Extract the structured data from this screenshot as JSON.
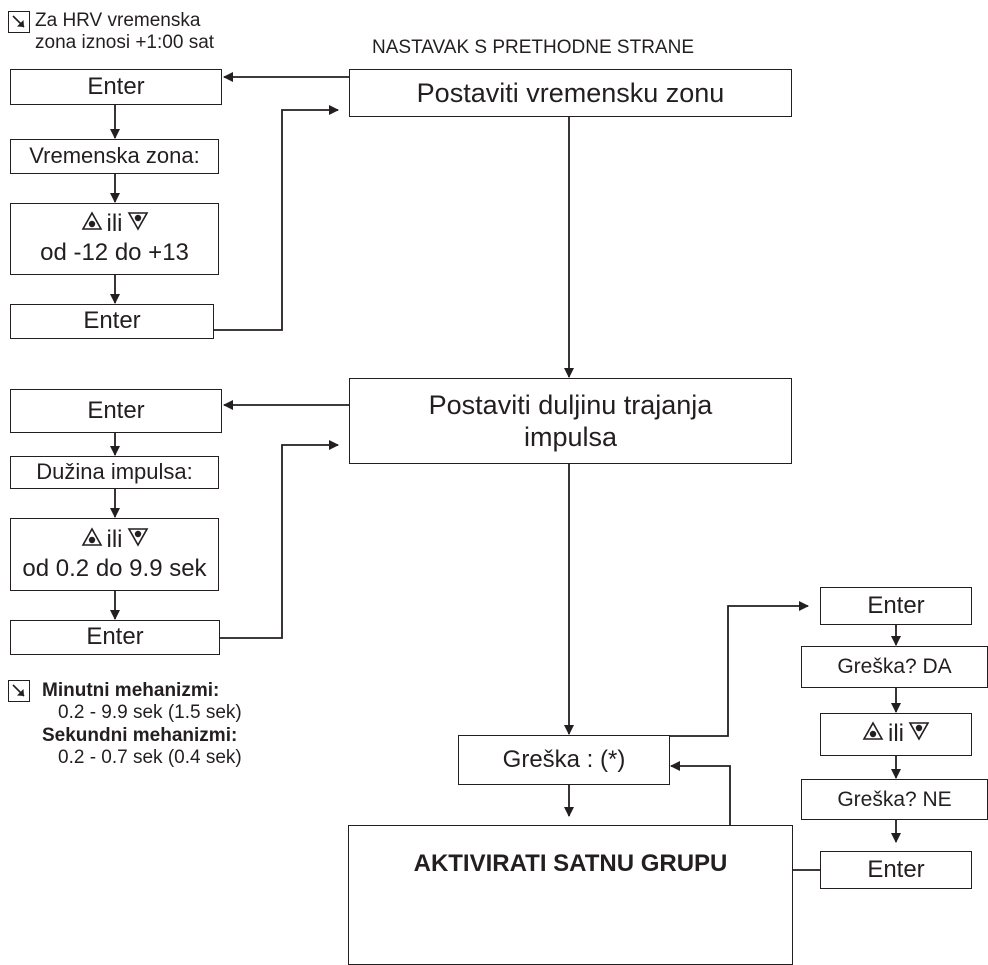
{
  "header_note": "NASTAVAK S PRETHODNE STRANE",
  "timezone_note": [
    "Za HRV vremenska",
    "zona iznosi +1:00 sat"
  ],
  "step_timezone": {
    "main": "Postaviti vremensku zonu",
    "enter1": "Enter",
    "label": "Vremenska zona:",
    "choice_or": "ili",
    "range": "od -12 do +13",
    "enter2": "Enter"
  },
  "step_pulse": {
    "main_line1": "Postaviti duljinu trajanja",
    "main_line2": "impulsa",
    "enter1": "Enter",
    "label": "Dužina impulsa:",
    "choice_or": "ili",
    "range": "od 0.2 do 9.9 sek",
    "enter2": "Enter"
  },
  "pulse_note": {
    "title1": "Minutni mehanizmi:",
    "value1": "0.2 - 9.9 sek (1.5 sek)",
    "title2": "Sekundni mehanizmi:",
    "value2": "0.2 - 0.7 sek (0.4 sek)"
  },
  "step_error": {
    "main": "Greška : (*)",
    "enter1": "Enter",
    "yes": "Greška? DA",
    "choice_or": "ili",
    "no": "Greška? NE",
    "enter2": "Enter"
  },
  "final": "AKTIVIRATI SATNU GRUPU",
  "icons": [
    "up-arrow-key-icon",
    "down-arrow-key-icon",
    "note-arrow-icon"
  ]
}
